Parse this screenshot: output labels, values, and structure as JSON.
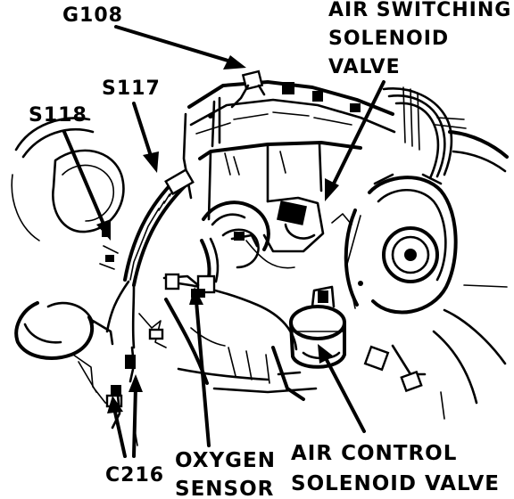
{
  "labels": {
    "g108": "G108",
    "air_switching_line1": "AIR SWITCHING",
    "air_switching_line2": "SOLENOID",
    "air_switching_line3": "VALVE",
    "s117": "S117",
    "s118": "S118",
    "c216": "C216",
    "oxygen_line1": "OXYGEN",
    "oxygen_line2": "SENSOR",
    "air_control_line1": "AIR CONTROL",
    "air_control_line2": "SOLENOID VALVE"
  },
  "colors": {
    "ink": "#000000",
    "paper": "#ffffff"
  }
}
